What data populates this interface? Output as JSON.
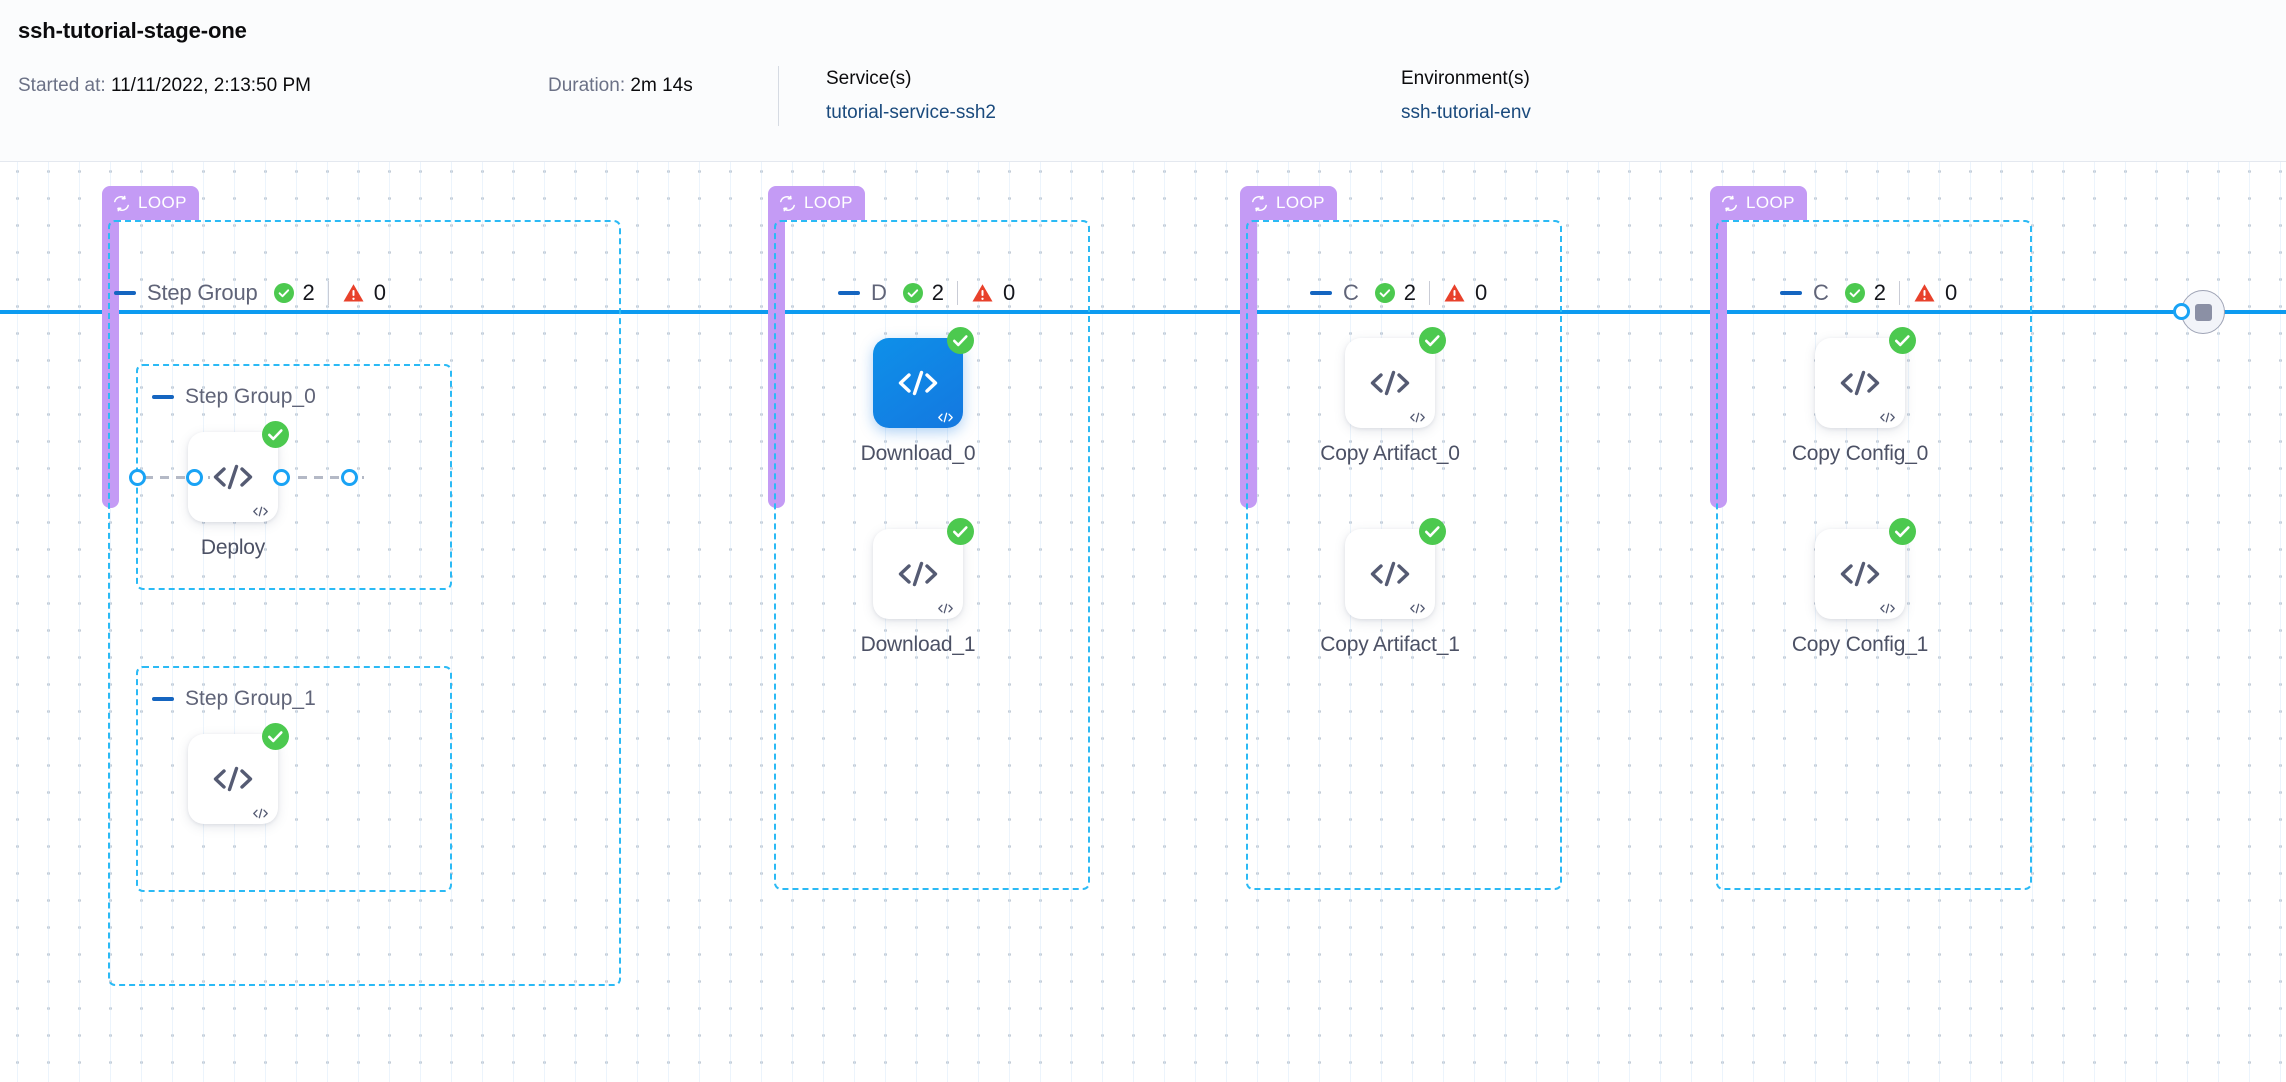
{
  "header": {
    "stage_title": "ssh-tutorial-stage-one",
    "started_label": "Started at:",
    "started_value": "11/11/2022, 2:13:50 PM",
    "duration_label": "Duration:",
    "duration_value": "2m 14s",
    "service_label": "Service(s)",
    "service_value": "tutorial-service-ssh2",
    "environment_label": "Environment(s)",
    "environment_value": "ssh-tutorial-env"
  },
  "colors": {
    "loop_badge": "#c49bf5",
    "group_border": "#2bbaf5",
    "rail": "#0d9bf0",
    "success": "#4cc94f",
    "warning": "#e8412b",
    "selected_node": "#1478e0",
    "link": "#1a4a7d"
  },
  "canvas": {
    "loop_badge_label": "LOOP",
    "groups": [
      {
        "id": "step-group",
        "title": "Step Group",
        "success_count": "2",
        "warning_count": "0",
        "subgroups": [
          {
            "id": "step-group-0",
            "title": "Step Group_0"
          },
          {
            "id": "step-group-1",
            "title": "Step Group_1"
          }
        ],
        "nodes": [
          {
            "id": "deploy",
            "label": "Deploy",
            "status": "success",
            "selected": false
          }
        ]
      },
      {
        "id": "download-group",
        "title": "D",
        "success_count": "2",
        "warning_count": "0",
        "subgroups": [],
        "nodes": [
          {
            "id": "download-0",
            "label": "Download_0",
            "status": "success",
            "selected": true
          },
          {
            "id": "download-1",
            "label": "Download_1",
            "status": "success",
            "selected": false
          }
        ]
      },
      {
        "id": "copy-artifact-group",
        "title": "C",
        "success_count": "2",
        "warning_count": "0",
        "subgroups": [],
        "nodes": [
          {
            "id": "copy-artifact-0",
            "label": "Copy Artifact_0",
            "status": "success",
            "selected": false
          },
          {
            "id": "copy-artifact-1",
            "label": "Copy Artifact_1",
            "status": "success",
            "selected": false
          }
        ]
      },
      {
        "id": "copy-config-group",
        "title": "C",
        "success_count": "2",
        "warning_count": "0",
        "subgroups": [],
        "nodes": [
          {
            "id": "copy-config-0",
            "label": "Copy Config_0",
            "status": "success",
            "selected": false
          },
          {
            "id": "copy-config-1",
            "label": "Copy Config_1",
            "status": "success",
            "selected": false
          }
        ]
      }
    ],
    "end_node": {
      "id": "pipeline-end",
      "icon": "stop-icon"
    }
  }
}
